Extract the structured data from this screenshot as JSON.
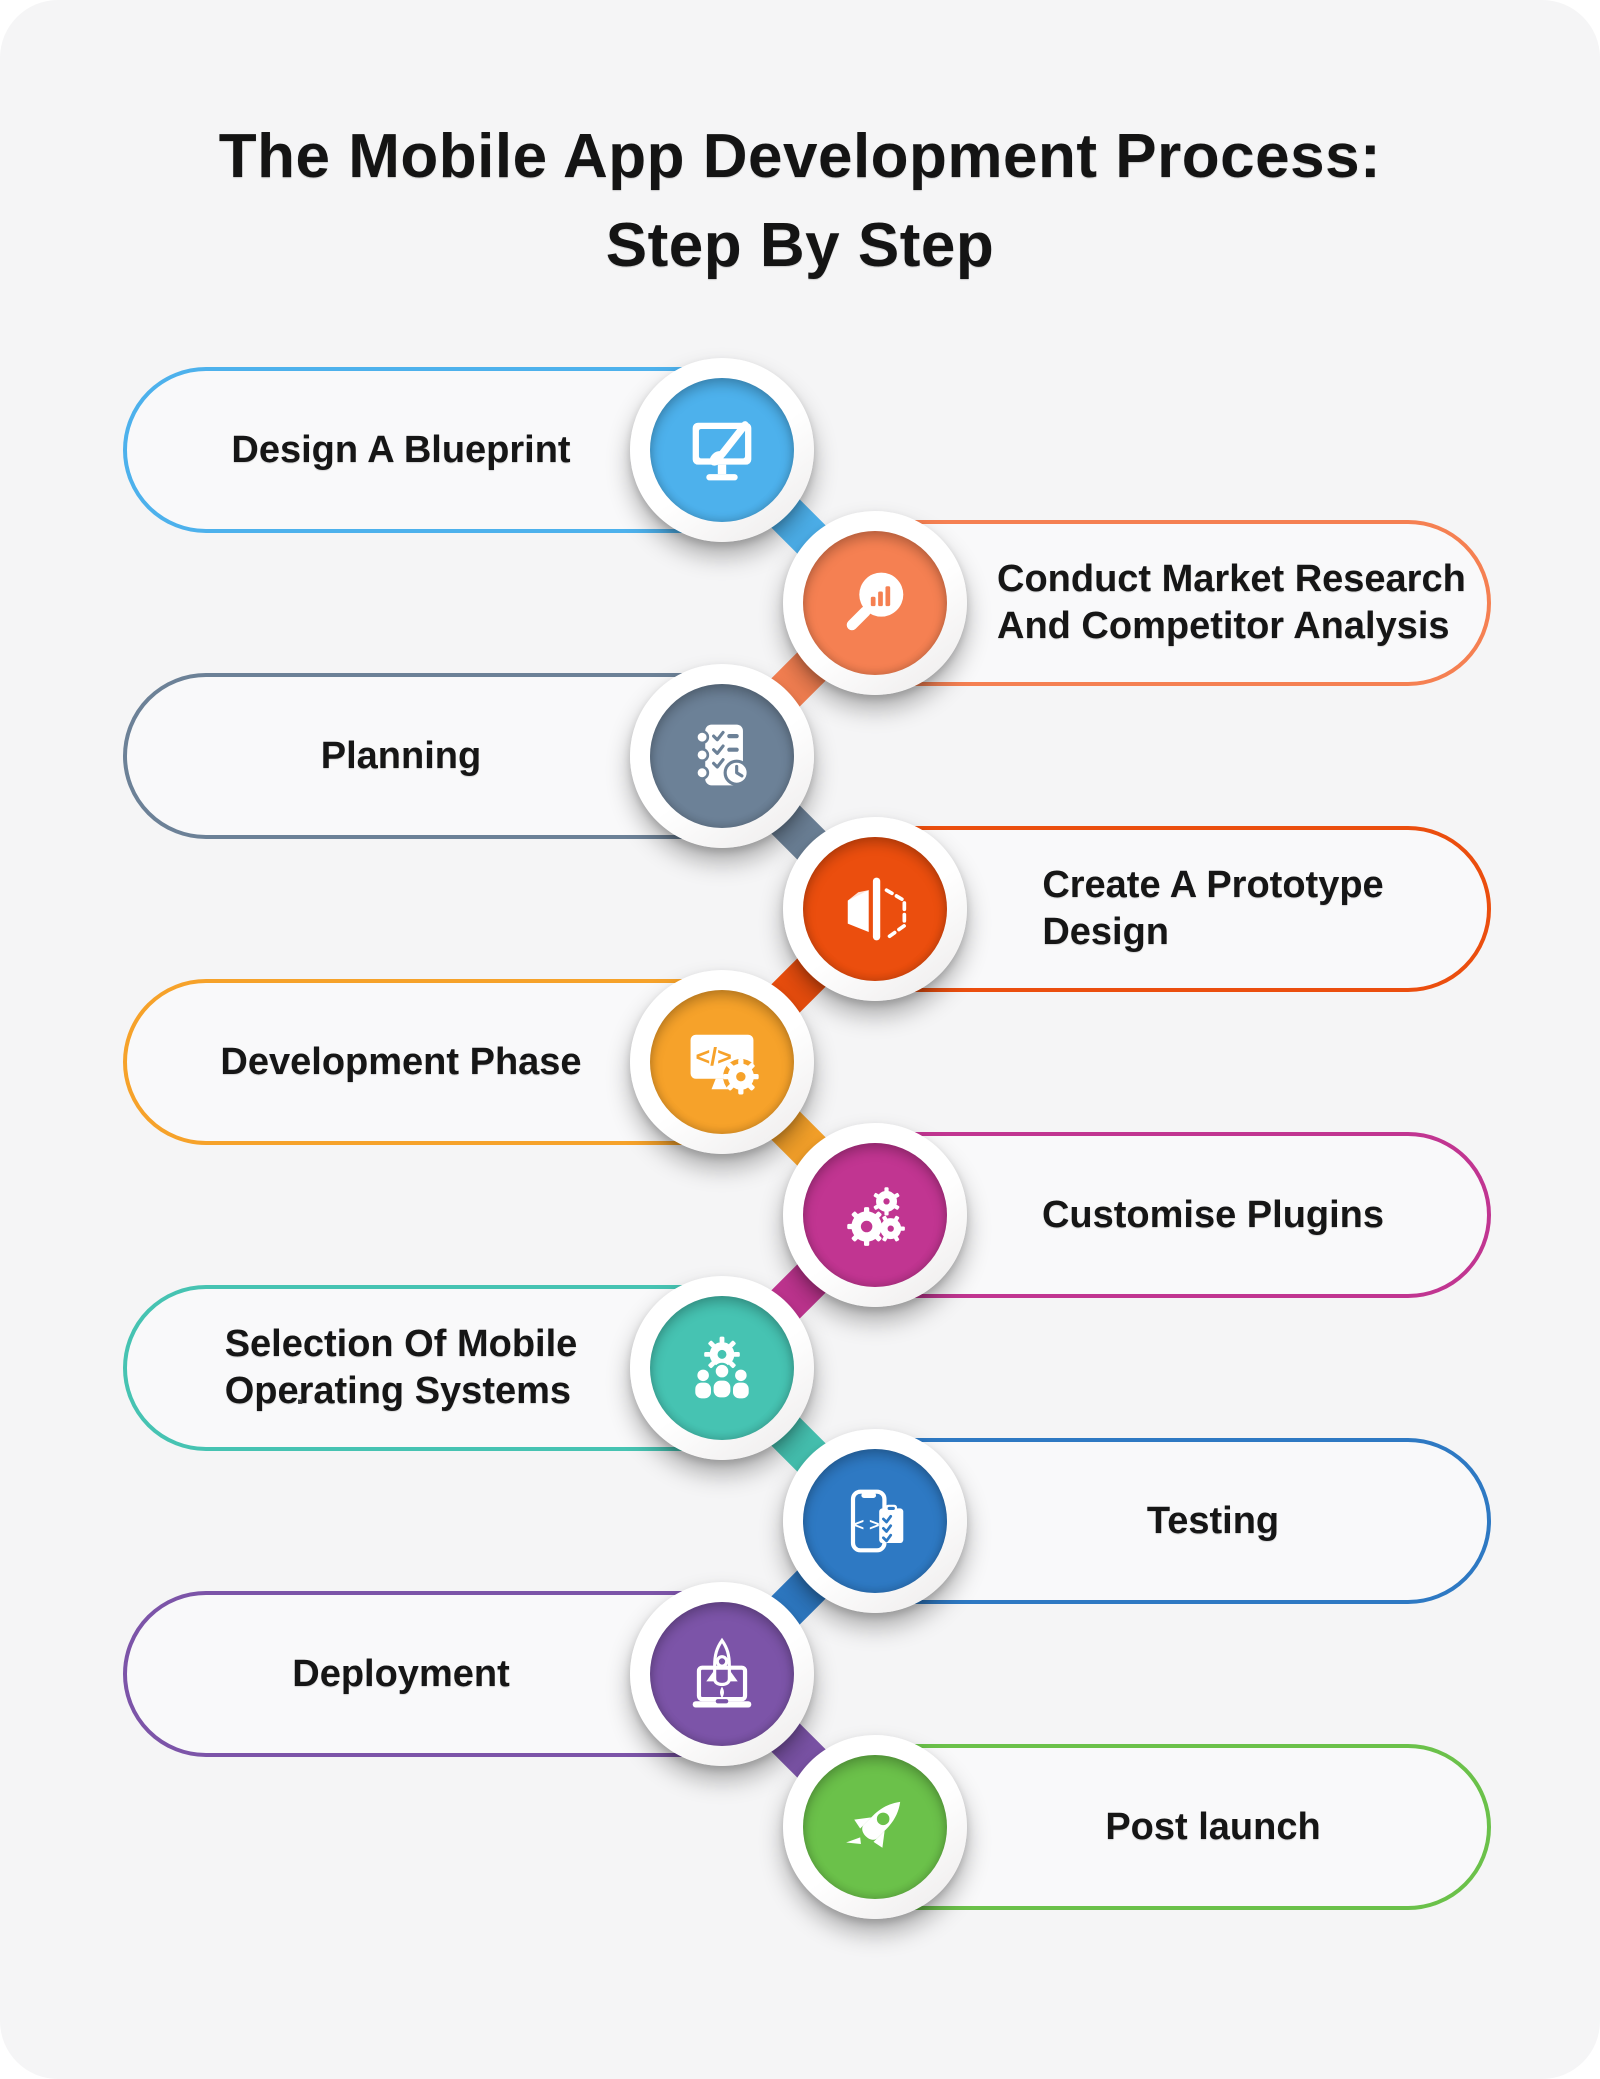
{
  "title": {
    "line1": "The Mobile App Development Process:",
    "line2": "Step By Step"
  },
  "colors": {
    "page_bg": "#ffffff",
    "canvas_bg": "#f5f5f6",
    "title_text": "#141414",
    "label_text": "#161616"
  },
  "steps": [
    {
      "label": "Design A Blueprint",
      "lines": [
        "Design A Blueprint",
        ""
      ],
      "side": "left",
      "color": "#4DB1EC",
      "icon": "design-monitor-paintbrush-icon"
    },
    {
      "label": "Conduct Market Research And Competitor Analysis",
      "lines": [
        "Conduct Market Research",
        "And Competitor Analysis"
      ],
      "side": "right",
      "color": "#F58052",
      "icon": "market-research-magnifier-chart-icon"
    },
    {
      "label": "Planning",
      "lines": [
        "Planning",
        ""
      ],
      "side": "left",
      "color": "#6C8197",
      "icon": "planning-checklist-clock-icon"
    },
    {
      "label": "Create A Prototype Design",
      "lines": [
        "Create A Prototype",
        "Design"
      ],
      "side": "right",
      "color": "#EB4E0E",
      "icon": "prototype-half-cube-icon"
    },
    {
      "label": "Development Phase",
      "lines": [
        "Development Phase",
        ""
      ],
      "side": "left",
      "color": "#F6A22A",
      "icon": "development-code-monitor-gear-icon"
    },
    {
      "label": "Customise Plugins",
      "lines": [
        "Customise Plugins",
        ""
      ],
      "side": "right",
      "color": "#C13591",
      "icon": "plugins-gears-icon"
    },
    {
      "label": "Selection Of Mobile Operating Systems",
      "lines": [
        "Selection Of Mobile",
        "Operating Systems"
      ],
      "side": "left",
      "color": "#46C3B2",
      "icon": "os-selection-team-gear-icon"
    },
    {
      "label": "Testing",
      "lines": [
        "Testing",
        ""
      ],
      "side": "right",
      "color": "#2E79C3",
      "icon": "testing-phone-checklist-icon"
    },
    {
      "label": "Deployment",
      "lines": [
        "Deployment",
        ""
      ],
      "side": "left",
      "color": "#7C54A8",
      "icon": "deployment-laptop-rocket-icon"
    },
    {
      "label": "Post launch",
      "lines": [
        "Post launch",
        ""
      ],
      "side": "right",
      "color": "#6BC14A",
      "icon": "post-launch-rocket-icon"
    }
  ],
  "stray_dot": "."
}
